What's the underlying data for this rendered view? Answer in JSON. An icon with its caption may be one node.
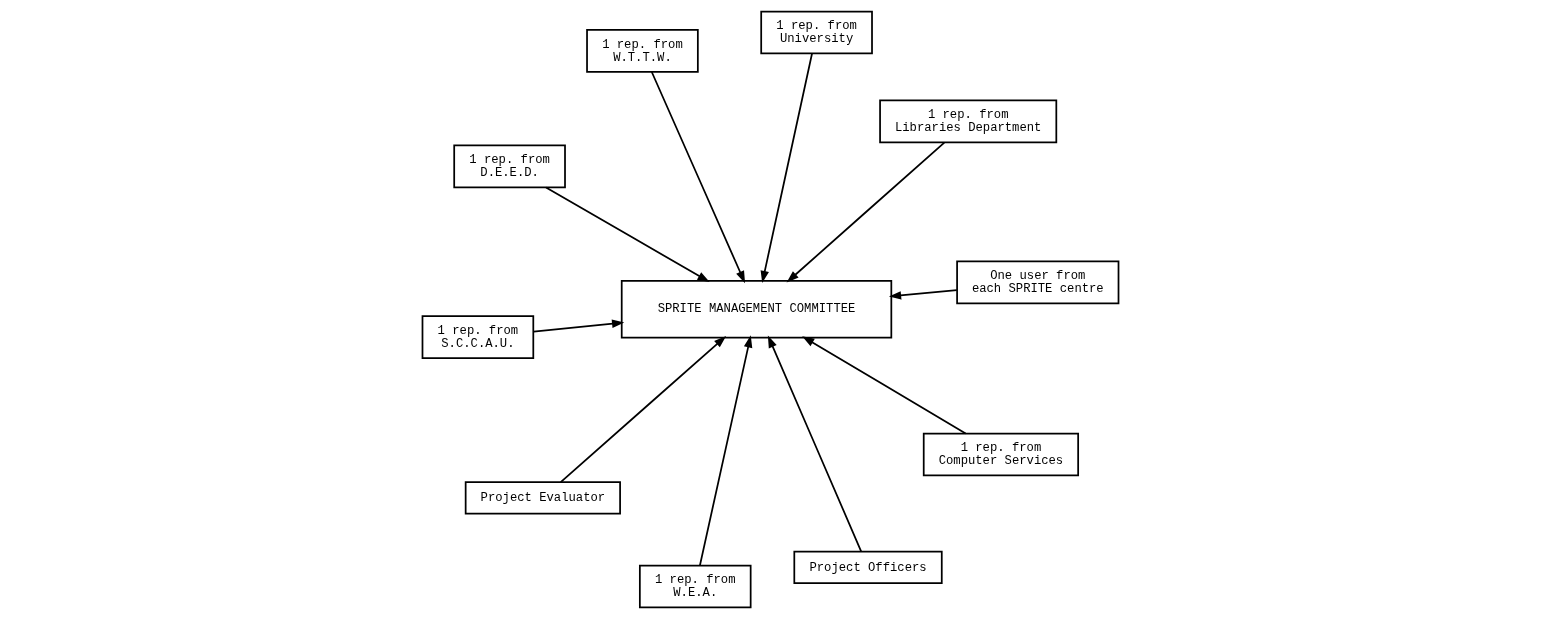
{
  "diagram": {
    "nodes": [
      {
        "text": [
          "1 rep. from D.E.E.D."
        ]
      },
      {
        "text": [
          "1 rep. from Libraries Department"
        ]
      },
      {
        "text": [
          "1 rep. from W.E.A."
        ]
      },
      {
        "text": [
          "1 rep. from University"
        ]
      },
      {
        "text": [
          "SPRITE MANAGEMENT COMMITTEE"
        ]
      },
      {
        "text": [
          "1 rep. from W.T.T.W."
        ]
      },
      {
        "text": [
          "Project Evaluator"
        ]
      },
      {
        "text": [
          "One user from each SPRITE centre"
        ]
      },
      {
        "text": [
          "1 rep. from S.C.C.A.U."
        ]
      },
      {
        "text": [
          "1 rep. from Computer Services"
        ]
      },
      {
        "text": [
          "Project Officers"
        ]
      }
    ],
    "edges": [
      {
        "from": 0,
        "to": 4,
        "arrow": "to"
      },
      {
        "from": 1,
        "to": 4,
        "arrow": "to"
      },
      {
        "from": 2,
        "to": 4,
        "arrow": "to"
      },
      {
        "from": 3,
        "to": 4,
        "arrow": "to"
      },
      {
        "from": 5,
        "to": 4,
        "arrow": "to"
      },
      {
        "from": 6,
        "to": 4,
        "arrow": "to"
      },
      {
        "from": 7,
        "to": 4,
        "arrow": "to"
      },
      {
        "from": 8,
        "to": 4,
        "arrow": "to"
      },
      {
        "from": 9,
        "to": 4,
        "arrow": "to"
      },
      {
        "from": 10,
        "to": 4,
        "arrow": "to"
      }
    ]
  }
}
